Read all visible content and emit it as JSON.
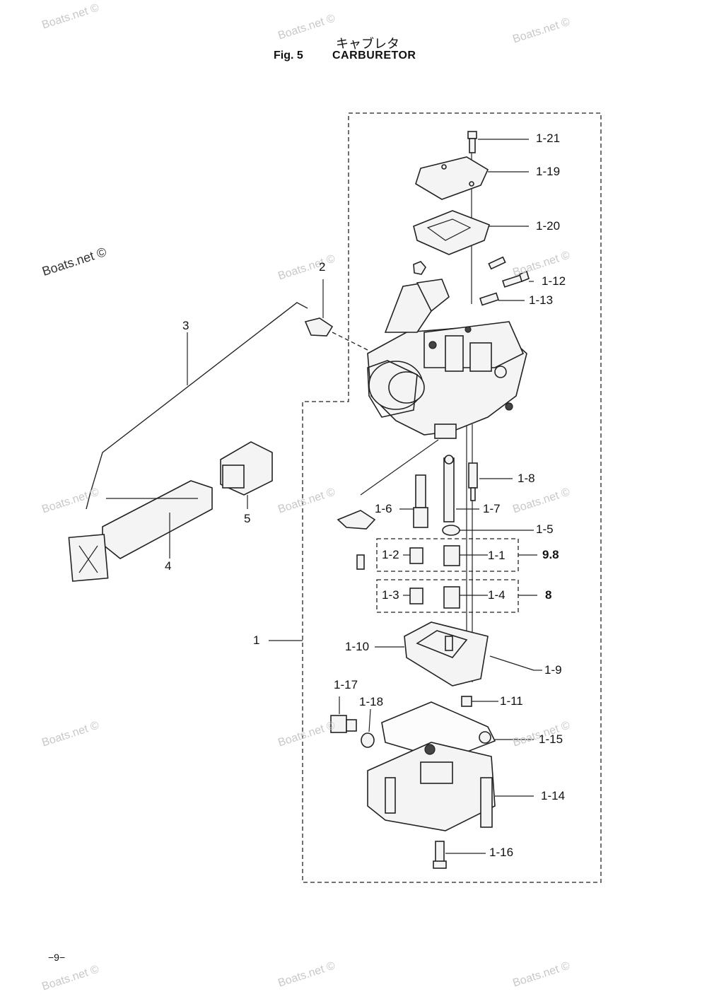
{
  "title": {
    "japanese": "キャブレタ",
    "figure": "Fig. 5",
    "name": "CARBURETOR"
  },
  "watermark": "Boats.net ©",
  "page_number": "−9−",
  "callouts": {
    "p1": "1",
    "p2": "2",
    "p3": "3",
    "p4": "4",
    "p5": "5",
    "p1_1": "1-1",
    "p1_2": "1-2",
    "p1_3": "1-3",
    "p1_4": "1-4",
    "p1_5": "1-5",
    "p1_6": "1-6",
    "p1_7": "1-7",
    "p1_8": "1-8",
    "p1_9": "1-9",
    "p1_10": "1-10",
    "p1_11": "1-11",
    "p1_12": "1-12",
    "p1_13": "1-13",
    "p1_14": "1-14",
    "p1_15": "1-15",
    "p1_16": "1-16",
    "p1_17": "1-17",
    "p1_18": "1-18",
    "p1_19": "1-19",
    "p1_20": "1-20",
    "p1_21": "1-21",
    "set_98": "9.8",
    "set_8": "8"
  }
}
